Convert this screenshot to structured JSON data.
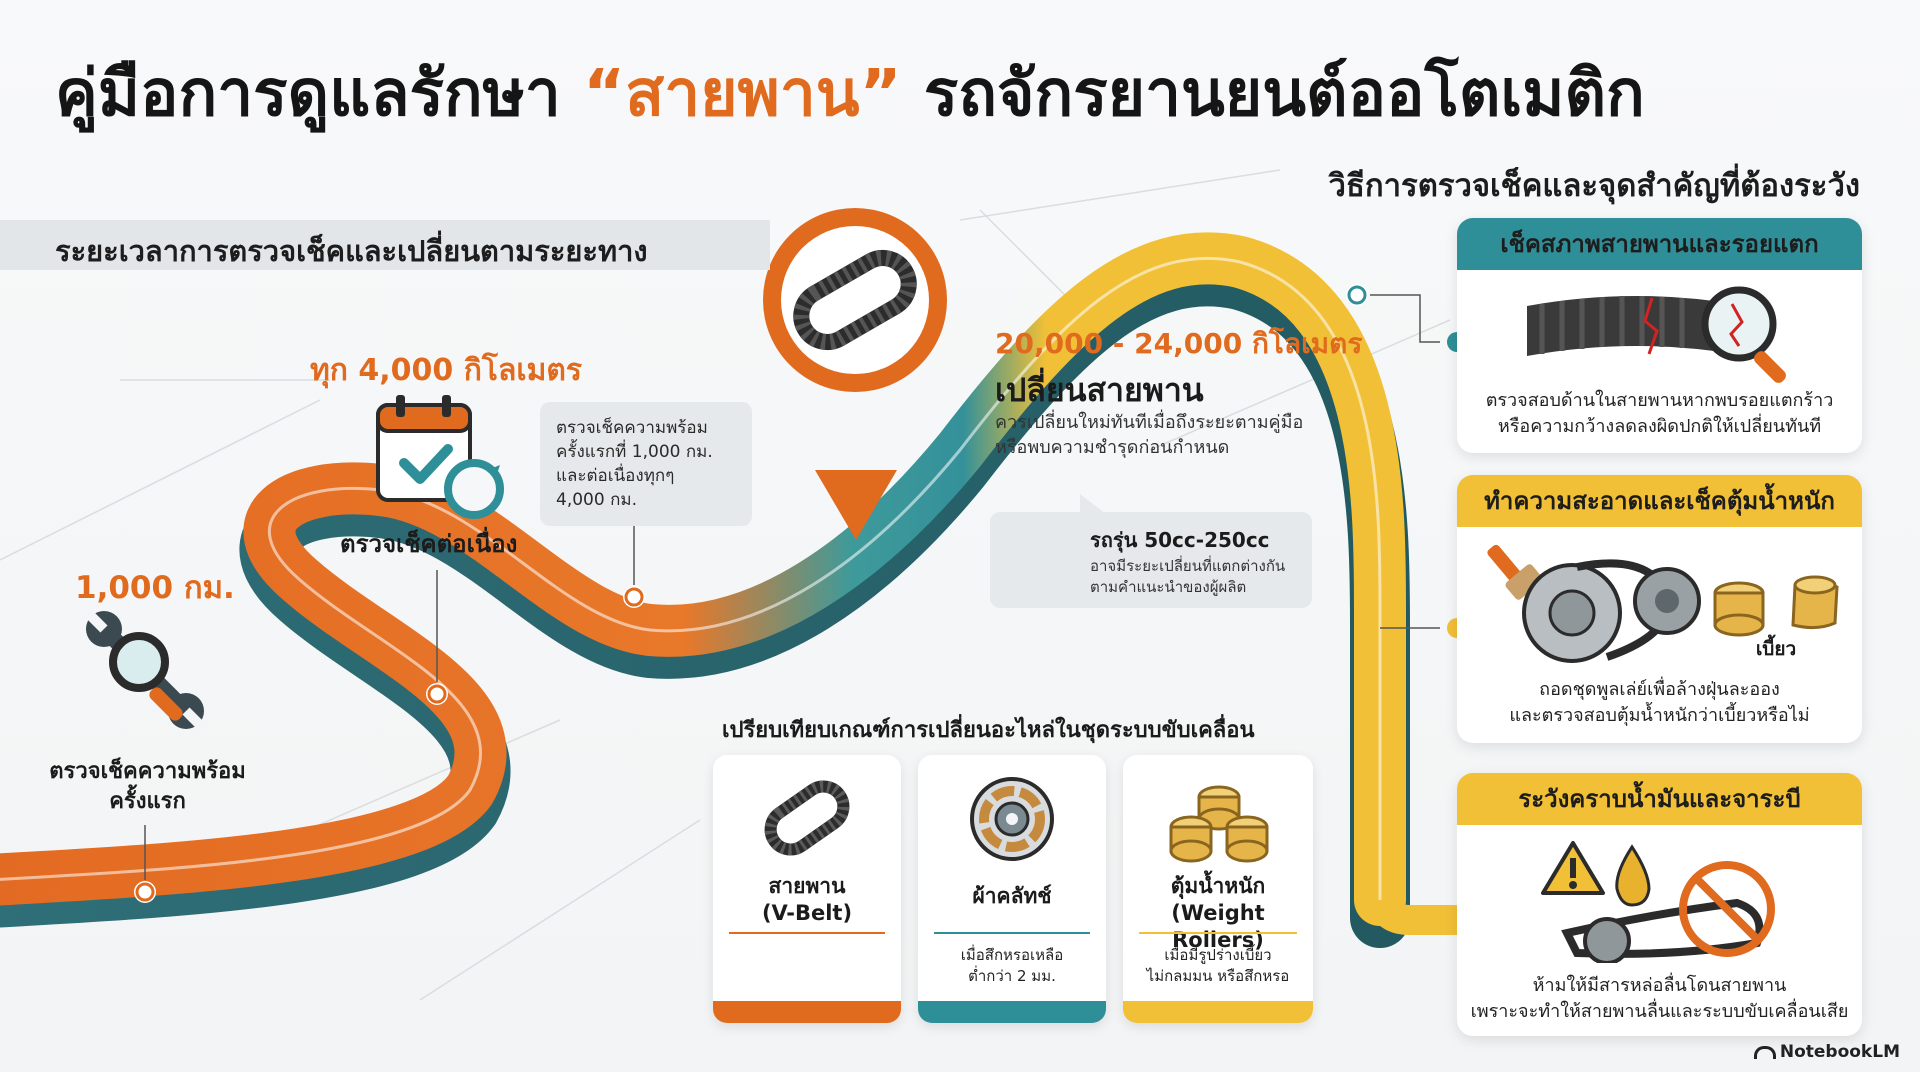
{
  "title": {
    "prefix": "คู่มือการดูแลรักษา ",
    "highlight": "“สายพาน”",
    "suffix": " รถจักรยานยนต์ออโตเมติก"
  },
  "left_section_title": "ระยะเวลาการตรวจเช็คและเปลี่ยนตามระยะทาง",
  "right_section_title": "วิธีการตรวจเช็คและจุดสำคัญที่ต้องระวัง",
  "timeline": {
    "first": {
      "km": "1,000 กม.",
      "label": "ตรวจเช็คความพร้อม\nครั้งแรก"
    },
    "every": {
      "km": "ทุก 4,000 กิโลเมตร",
      "label": "ตรวจเช็คต่อเนื่อง",
      "note": "ตรวจเช็คความพร้อม\nครั้งแรกที่ 1,000 กม.\nและต่อเนื่องทุกๆ\n4,000 กม."
    },
    "replace": {
      "km": "20,000 - 24,000 กิโลเมตร",
      "title": "เปลี่ยนสายพาน",
      "desc": "ควรเปลี่ยนใหม่ทันทีเมื่อถึงระยะตามคู่มือ\nหรือพบความชำรุดก่อนกำหนด"
    },
    "model_note": {
      "title": "รถรุ่น 50cc-250cc",
      "desc": "อาจมีระยะเปลี่ยนที่แตกต่างกัน\nตามคำแนะนำของผู้ผลิต"
    }
  },
  "comparison": {
    "title": "เปรียบเทียบเกณฑ์การเปลี่ยนอะไหล่ในชุดระบบขับเคลื่อน",
    "items": [
      {
        "name": "สายพาน\n(V-Belt)",
        "criteria": "",
        "color": "#e06a1e",
        "icon": "v-belt-icon"
      },
      {
        "name": "ผ้าคลัทช์",
        "criteria": "เมื่อสึกหรอเหลือ\nต่ำกว่า 2 มม.",
        "color": "#2f8f98",
        "icon": "clutch-shoe-icon"
      },
      {
        "name": "ตุ้มน้ำหนัก\n(Weight Rollers)",
        "criteria": "เมื่อมีรูปร่างเบี้ยว\nไม่กลมมน หรือสึกหรอ",
        "color": "#f2c036",
        "icon": "weight-rollers-icon"
      }
    ]
  },
  "checks": [
    {
      "title": "เช็คสภาพสายพานและรอยแตก",
      "desc": "ตรวจสอบด้านในสายพานหากพบรอยแตกร้าว\nหรือความกว้างลดลงผิดปกติให้เปลี่ยนทันที",
      "color": "#2f8f98",
      "icon": "cracked-belt-magnifier-icon"
    },
    {
      "title": "ทำความสะอาดและเช็คตุ้มน้ำหนัก",
      "desc": "ถอดชุดพูลเล่ย์เพื่อล้างฝุ่นละออง\nและตรวจสอบตุ้มน้ำหนักว่าเบี้ยวหรือไม่",
      "extra": "เบี้ยว",
      "color": "#f2c036",
      "icon": "pulley-brush-icon"
    },
    {
      "title": "ระวังคราบน้ำมันและจาระบี",
      "desc": "ห้ามให้มีสารหล่อลื่นโดนสายพาน\nเพราะจะทำให้สายพานลื่นและระบบขับเคลื่อนเสีย",
      "color": "#f2c036",
      "icon": "oil-warning-icon"
    }
  ],
  "footer": "NotebookLM",
  "colors": {
    "orange": "#e06a1e",
    "teal": "#2f8f98",
    "yellow": "#f2c036"
  }
}
